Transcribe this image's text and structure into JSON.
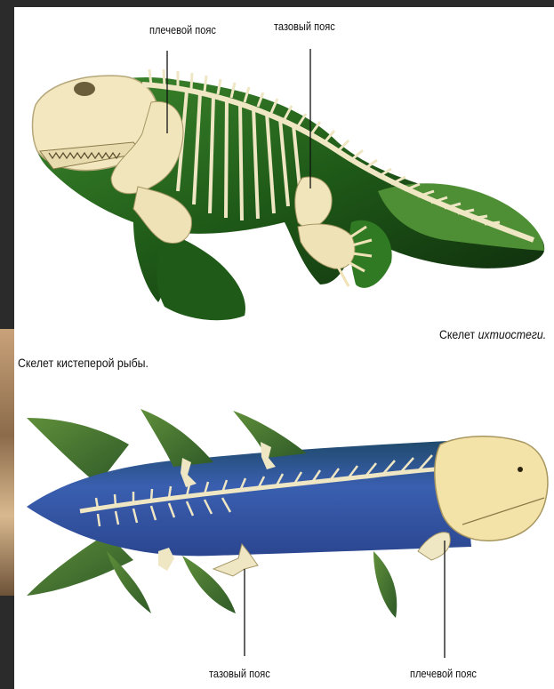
{
  "top_diagram": {
    "labels": {
      "shoulder_girdle": "плечевой пояс",
      "pelvic_girdle": "тазовый пояс"
    },
    "caption_prefix": "Скелет ",
    "caption_italic": "ихтиостеги."
  },
  "bottom_diagram": {
    "caption": "Скелет кистеперой рыбы.",
    "labels": {
      "pelvic_girdle": "тазовый пояс",
      "shoulder_girdle": "плечевой пояс"
    }
  },
  "colors": {
    "ichthyostega_body": "#2f7a22",
    "fish_body": "#2a4c8c",
    "bone": "#efe6c4"
  }
}
